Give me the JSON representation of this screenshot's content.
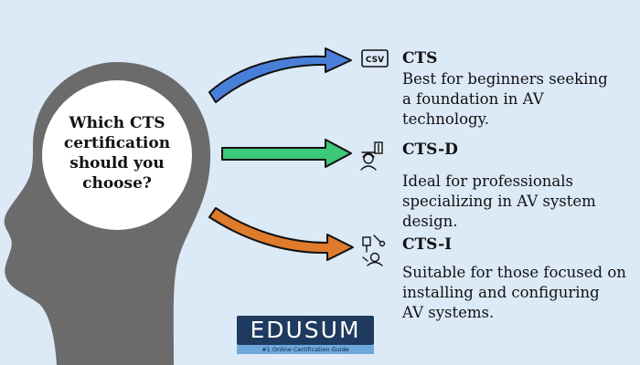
{
  "question": {
    "lines": [
      "Which CTS",
      "certification",
      "should you",
      "choose?"
    ]
  },
  "options": [
    {
      "icon": "csv-icon",
      "icon_label": "CSV",
      "title": "CTS",
      "description_lines": [
        "Best for beginners seeking",
        "a foundation in AV",
        "technology."
      ],
      "arrow_color": "#4a7fd9"
    },
    {
      "icon": "engineer-design-icon",
      "title": "CTS-D",
      "description_lines": [
        "Ideal for professionals",
        "specializing in AV system",
        "design."
      ],
      "arrow_color": "#3cc97a"
    },
    {
      "icon": "installer-tools-icon",
      "title": "CTS-I",
      "description_lines": [
        "Suitable for those focused on",
        "installing and configuring",
        "AV systems."
      ],
      "arrow_color": "#e07b2c"
    }
  ],
  "logo": {
    "brand": "EDUSUM",
    "tagline": "#1 Online Certification Guide"
  },
  "colors": {
    "background": "#dce9f7",
    "head": "#6b6b6b",
    "head_circle": "#ffffff"
  }
}
